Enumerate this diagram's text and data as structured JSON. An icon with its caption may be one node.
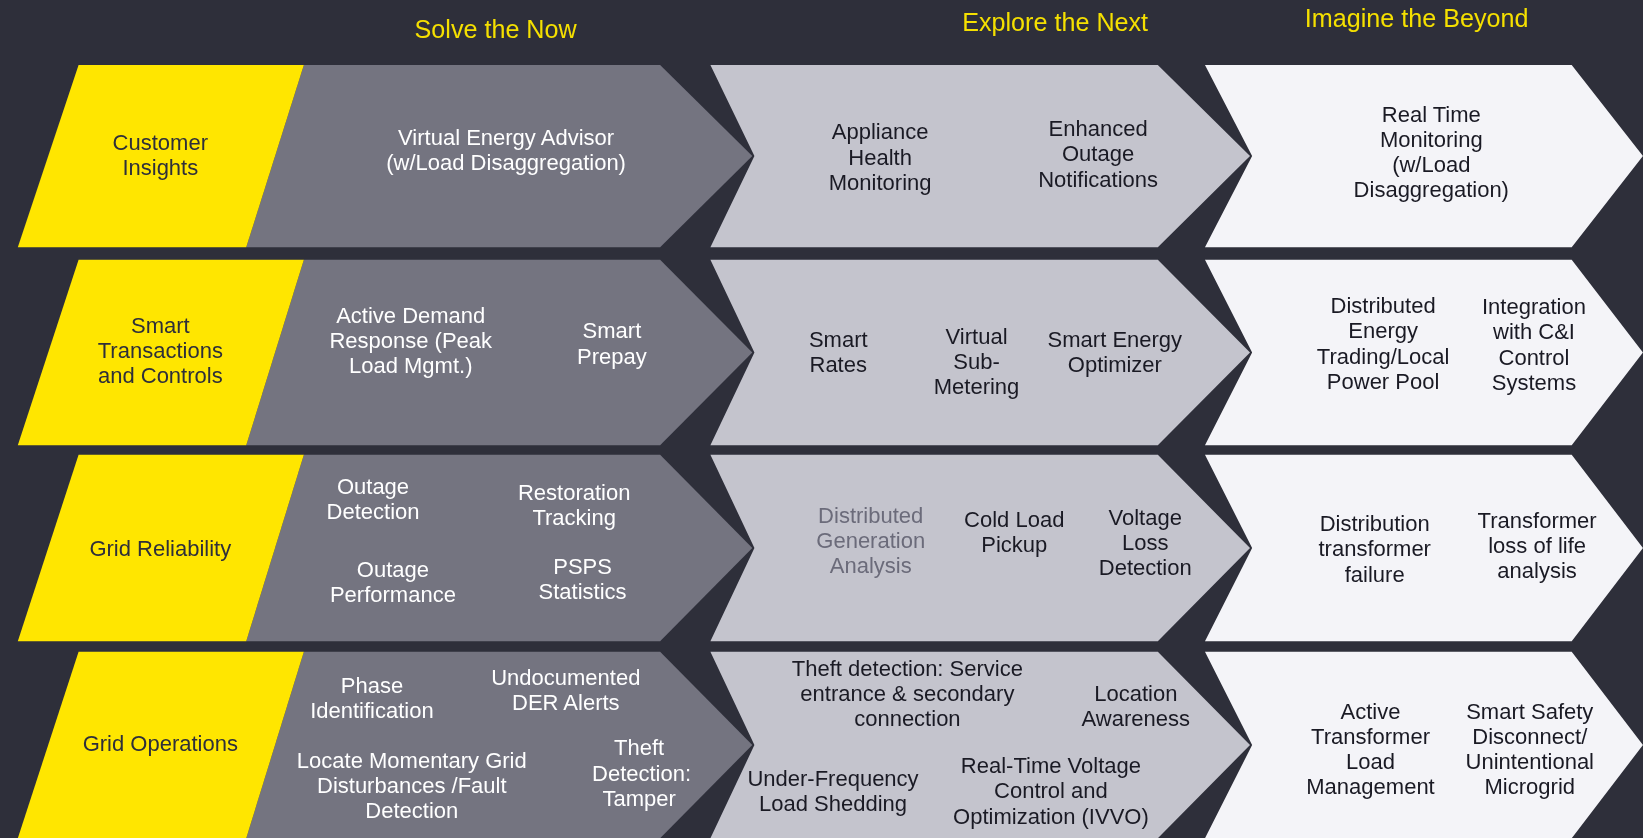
{
  "diagram": {
    "nodes": [
      {
        "text": [
          "Customer Insights"
        ]
      },
      {
        "text": [
          "Virtual Energy Advisor (w/Load Disaggregation)"
        ]
      },
      {
        "text": [
          "Appliance Health Monitoring",
          "Enhanced Outage Notifications"
        ]
      },
      {
        "text": [
          "Real Time Monitoring (w/Load Disaggregation)"
        ]
      },
      {
        "text": [
          "Smart Transactions and Controls"
        ]
      },
      {
        "text": [
          "Active Demand Response (Peak Load Mgmt.)",
          "Smart Prepay"
        ]
      },
      {
        "text": [
          "Smart Rates",
          "Virtual Sub-Metering",
          "Smart Energy Optimizer"
        ]
      },
      {
        "text": [
          "Distributed Energy Trading/Local Power Pool",
          "Integration with C&I Control Systems"
        ]
      },
      {
        "text": [
          "Grid Reliability"
        ]
      },
      {
        "text": [
          "Outage Detection",
          "Restoration Tracking",
          "Outage Performance",
          "PSPS Statistics"
        ]
      },
      {
        "text": [
          "Distributed Generation Analysis",
          "Cold Load Pickup",
          "Voltage Loss Detection"
        ]
      },
      {
        "text": [
          "Distribution transformer failure",
          "Transformer loss of life analysis"
        ]
      },
      {
        "text": [
          "Grid Operations"
        ]
      },
      {
        "text": [
          "Phase Identification",
          "Undocumented DER Alerts",
          "Locate Momentary Grid Disturbances /Fault Detection",
          "Theft Detection: Tamper"
        ]
      },
      {
        "text": [
          "Theft detection: Service entrance & secondary connection",
          "Location Awareness",
          "Under-Frequency Load Shedding",
          "Real-Time Voltage Control and Optimization (IVVO)"
        ]
      },
      {
        "text": [
          "Active Transformer Load Management",
          "Smart Safety Disconnect/ Unintentional Microgrid"
        ]
      }
    ],
    "labels": [
      "Solve the Now",
      "Explore the Next",
      "Imagine the Beyond"
    ]
  }
}
